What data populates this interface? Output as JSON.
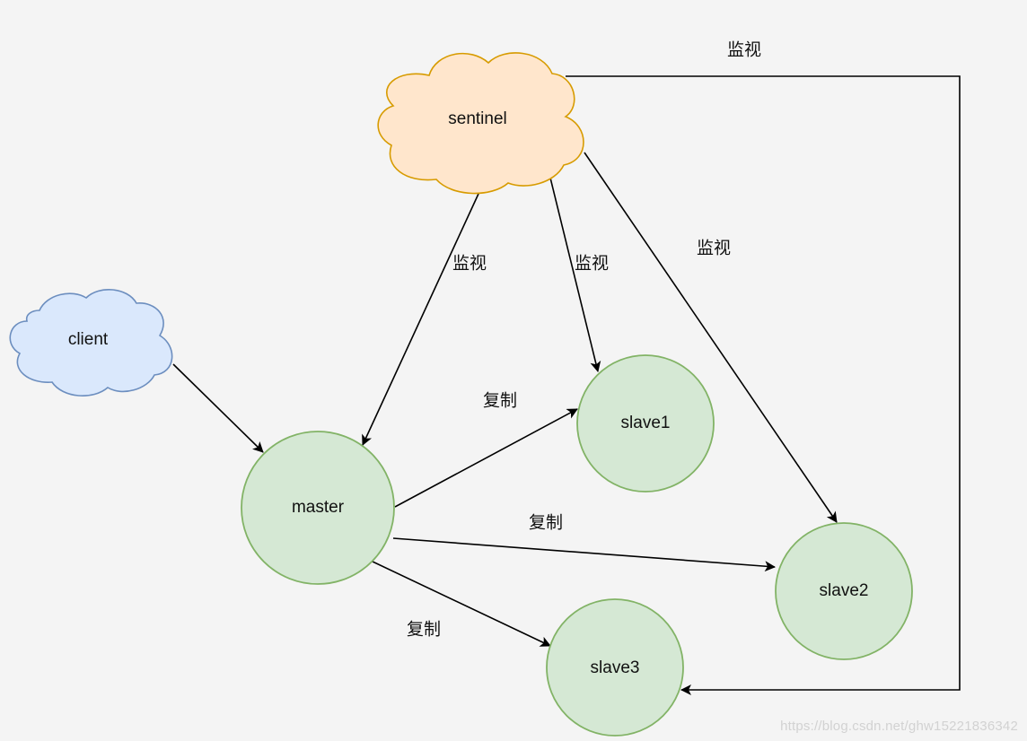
{
  "nodes": {
    "sentinel": {
      "label": "sentinel",
      "shape": "cloud",
      "fill": "#ffe6cc",
      "stroke": "#d79b00"
    },
    "client": {
      "label": "client",
      "shape": "cloud",
      "fill": "#dae8fc",
      "stroke": "#6c8ebf"
    },
    "master": {
      "label": "master",
      "shape": "circle",
      "fill": "#d5e8d4",
      "stroke": "#82b366"
    },
    "slave1": {
      "label": "slave1",
      "shape": "circle",
      "fill": "#d5e8d4",
      "stroke": "#82b366"
    },
    "slave2": {
      "label": "slave2",
      "shape": "circle",
      "fill": "#d5e8d4",
      "stroke": "#82b366"
    },
    "slave3": {
      "label": "slave3",
      "shape": "circle",
      "fill": "#d5e8d4",
      "stroke": "#82b366"
    }
  },
  "edges": [
    {
      "from": "client",
      "to": "master",
      "label": ""
    },
    {
      "from": "sentinel",
      "to": "master",
      "label": "监视"
    },
    {
      "from": "sentinel",
      "to": "slave1",
      "label": "监视"
    },
    {
      "from": "sentinel",
      "to": "slave2",
      "label": "监视"
    },
    {
      "from": "sentinel",
      "to": "slave3",
      "label": "监视"
    },
    {
      "from": "master",
      "to": "slave1",
      "label": "复制"
    },
    {
      "from": "master",
      "to": "slave2",
      "label": "复制"
    },
    {
      "from": "master",
      "to": "slave3",
      "label": "复制"
    }
  ],
  "watermark": "https://blog.csdn.net/ghw15221836342"
}
